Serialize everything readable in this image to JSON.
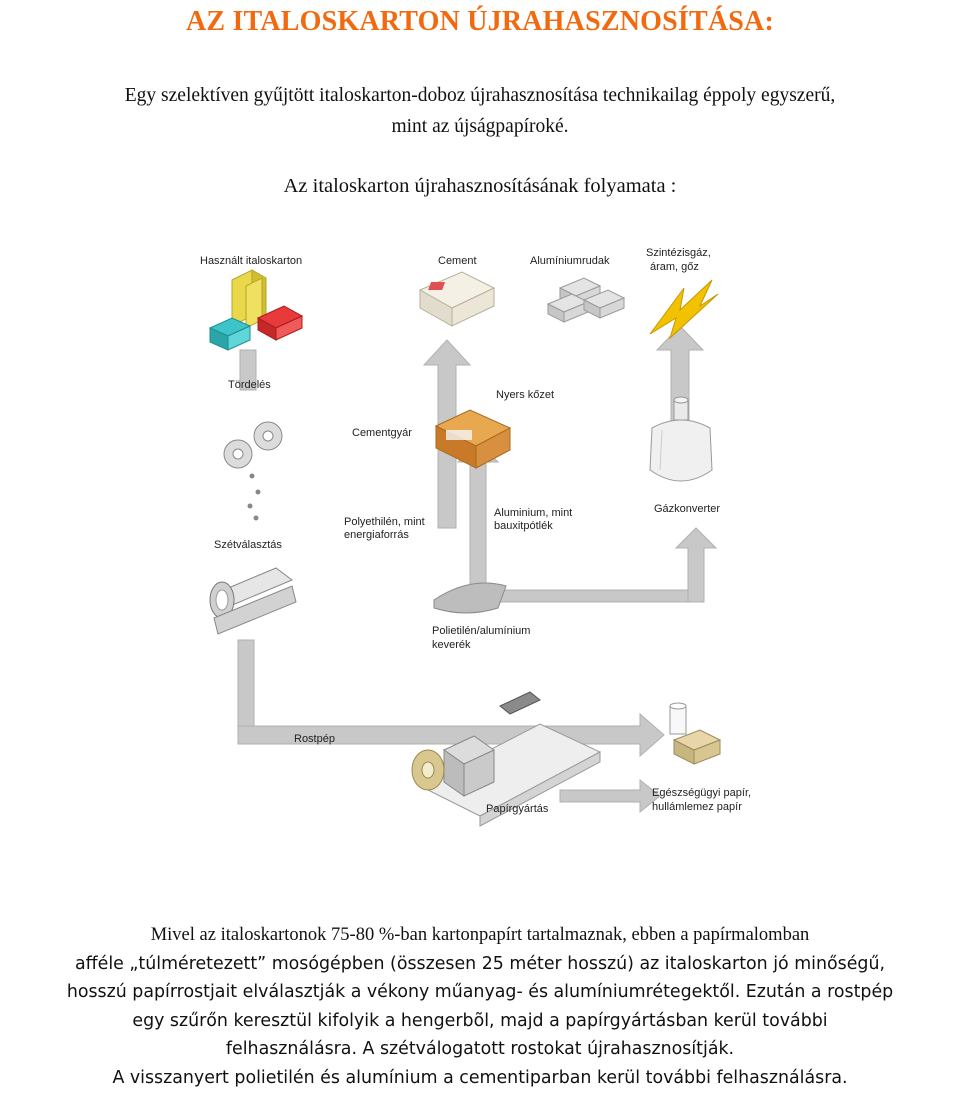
{
  "page": {
    "title": "AZ ITALOSKARTON ÚJRAHASZNOSÍTÁSA:",
    "intro_line1": "Egy szelektíven gyűjtött italoskarton-doboz újrahasznosítása technikailag éppoly egyszerű,",
    "intro_line2": "mint az újságpapíroké.",
    "subtitle": "Az italoskarton újrahasznosításának  folyamata :"
  },
  "diagram": {
    "labels": {
      "hasznalt": "Használt italoskarton",
      "cement": "Cement",
      "aluminiumrudak": "Alumíniumrudak",
      "szintezis1": "Szintézisgáz,",
      "szintezis2": "áram, gőz",
      "tordeles": "Tördelés",
      "nyers": "Nyers kőzet",
      "cementgyar": "Cementgyár",
      "polyethilen1": "Polyethilén, mint",
      "polyethilen2": "energiaforrás",
      "aluminium1": "Aluminium, mint",
      "aluminium2": "bauxitpótlék",
      "gazkonverter": "Gázkonverter",
      "szetvalasztas": "Szétválasztás",
      "polietilen_al1": "Polietilén/alumínium",
      "polietilen_al2": "keverék",
      "rostpep": "Rostpép",
      "papirgyartas": "Papírgyártás",
      "egeszsegugyi1": "Egészségügyi papír,",
      "egeszsegugyi2": "hullámlemez papír"
    },
    "colors": {
      "arrow": "#c9c9c9",
      "arrow_dark": "#a8a8a8",
      "carton_yellow": "#e8d84a",
      "carton_cyan": "#3cc4c8",
      "carton_red": "#e83a3a",
      "factory": "#d89040",
      "lightning": "#f2c200"
    }
  },
  "body": {
    "line1": "Mivel az italoskartonok 75-80 %-ban kartonpapírt tartalmaznak, ebben a papírmalomban",
    "line2": "afféle „túlméretezett” mosógépben  (összesen 25 méter  hosszú)  az italoskarton jó minőségű,",
    "line3": "hosszú papírrostjait elválasztják a vékony műanyag- és alumíniumrétegektől. Ezután a rostpép",
    "line4": "egy szűrőn keresztül kifolyik a hengerbõl, majd a papírgyártásban kerül további",
    "line5": "felhasználásra. A szétválogatott rostokat újrahasznosítják.",
    "line6": "A visszanyert polietilén és alumínium a cementiparban kerül további felhasználásra."
  }
}
